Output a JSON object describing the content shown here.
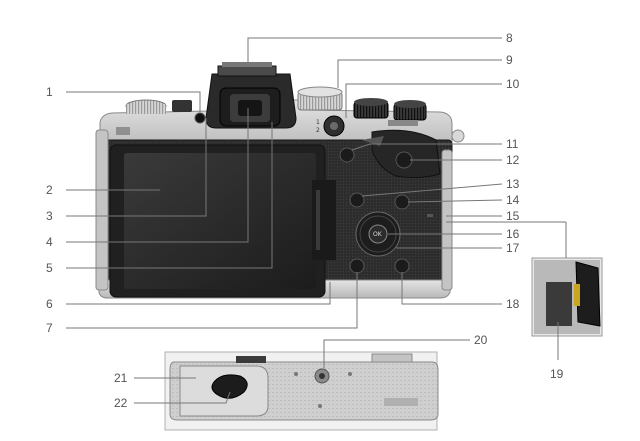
{
  "callouts": {
    "n1": "1",
    "n2": "2",
    "n3": "3",
    "n4": "4",
    "n5": "5",
    "n6": "6",
    "n7": "7",
    "n8": "8",
    "n9": "9",
    "n10": "10",
    "n11": "11",
    "n12": "12",
    "n13": "13",
    "n14": "14",
    "n15": "15",
    "n16": "16",
    "n17": "17",
    "n18": "18",
    "n19": "19",
    "n20": "20",
    "n21": "21",
    "n22": "22"
  },
  "camera": {
    "ok_label": "OK",
    "mode_marks": [
      "1",
      "2"
    ]
  },
  "colors": {
    "body_silver": "#c9c9c9",
    "body_black": "#2a2a2a",
    "leader": "#777777"
  }
}
